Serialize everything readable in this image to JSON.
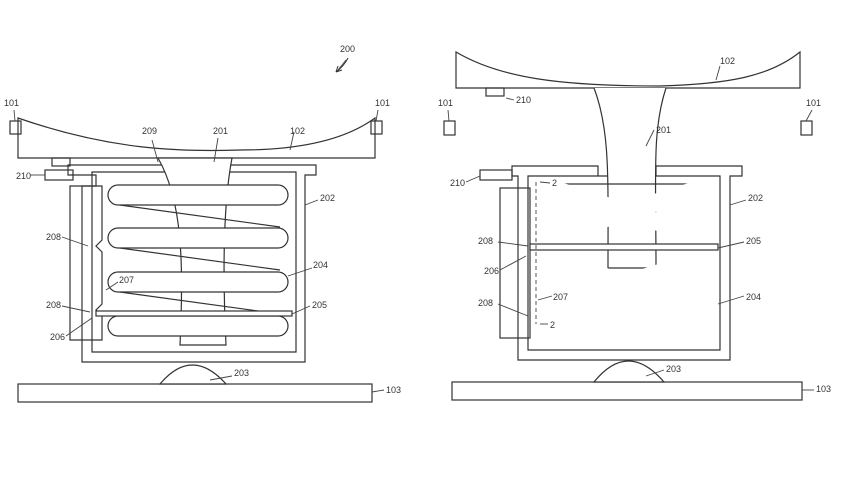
{
  "figure": {
    "assembly_label": "200",
    "left_view": {
      "labels": {
        "a101_left": "101",
        "a101_right": "101",
        "a209": "209",
        "a201": "201",
        "a102": "102",
        "a210": "210",
        "a202": "202",
        "a208_top": "208",
        "a207": "207",
        "a204": "204",
        "a208_bottom": "208",
        "a205": "205",
        "a206": "206",
        "a203": "203",
        "a103": "103"
      }
    },
    "right_view": {
      "labels": {
        "a102": "102",
        "a210_top": "210",
        "a101_left": "101",
        "a101_right": "101",
        "a201": "201",
        "a210": "210",
        "a2_top": "2",
        "a202": "202",
        "a208_top": "208",
        "a205": "205",
        "a206": "206",
        "a208_bottom": "208",
        "a207": "207",
        "a204": "204",
        "a2_bottom": "2",
        "a203": "203",
        "a103": "103"
      }
    }
  }
}
